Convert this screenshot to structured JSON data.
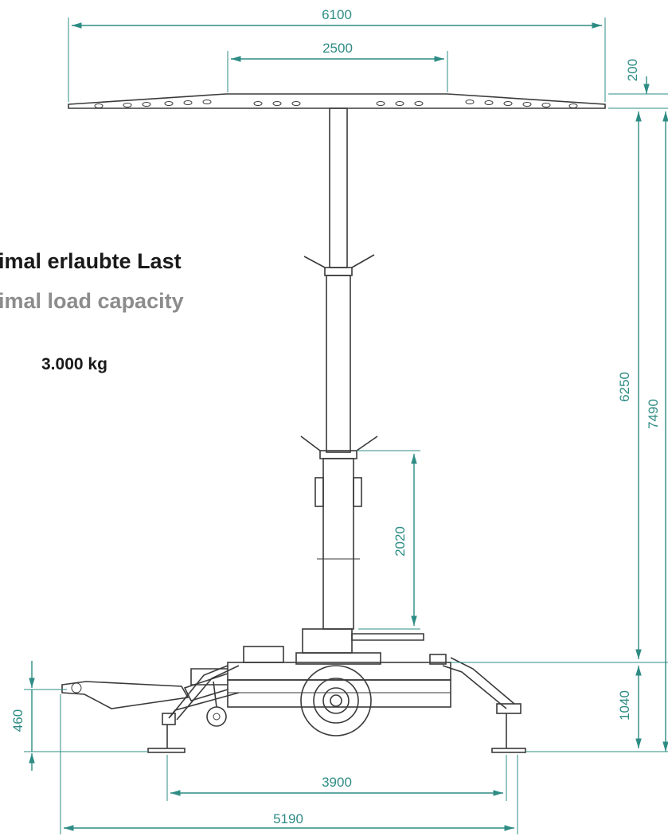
{
  "labels": {
    "load_de": "imal erlaubte Last",
    "load_en": "imal load capacity",
    "load_value": "3.000 kg"
  },
  "dimensions": {
    "top_width": "6100",
    "inner_width": "2500",
    "top_height": "200",
    "mast_height": "6250",
    "total_height": "7490",
    "section_height": "2020",
    "base_left_height": "460",
    "base_right_height": "1040",
    "outrigger_span": "3900",
    "total_length": "5190"
  },
  "colors": {
    "dimension": "#2e8c84",
    "drawing": "#3a3a3a"
  }
}
